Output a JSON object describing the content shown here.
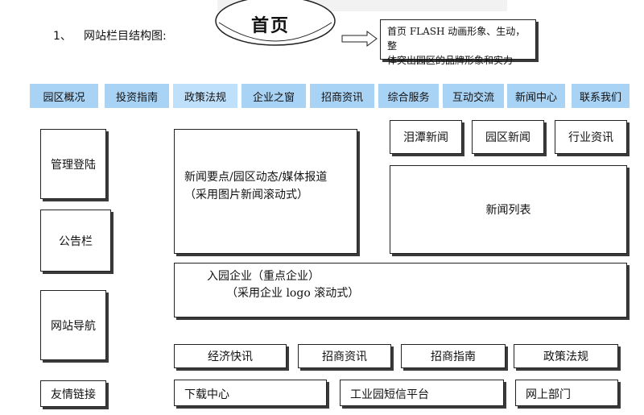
{
  "title": {
    "number": "1、",
    "text": "网站栏目结构图:"
  },
  "home": {
    "label": "首页",
    "desc_line1": "首页 FLASH 动画形象、生动，整",
    "desc_line2": "体突出园区的品牌形象和实力"
  },
  "nav_items": [
    "园区概况",
    "投资指南",
    "政策法规",
    "企业之窗",
    "招商资讯",
    "综合服务",
    "互动交流",
    "新闻中心",
    "联系我们"
  ],
  "left_blocks": [
    "管理登陆",
    "公告栏",
    "网站导航",
    "友情链接"
  ],
  "news_tabs": [
    "泪潭新闻",
    "园区新闻",
    "行业资讯"
  ],
  "news_main": {
    "line1": "新闻要点/园区动态/媒体报道",
    "line2": "（采用图片新闻滚动式）"
  },
  "news_list": "新闻列表",
  "enterprise": {
    "line1": "入园企业（重点企业）",
    "line2": "（采用企业 logo 滚动式）"
  },
  "bottom_row1": [
    "经济快讯",
    "招商资讯",
    "招商指南",
    "政策法规"
  ],
  "bottom_row2": [
    "下载中心",
    "工业园短信平台",
    "网上部门"
  ],
  "colors": {
    "nav_fill": "#a9d3f5",
    "border": "#222222",
    "shadow": "#3a3a3a"
  }
}
